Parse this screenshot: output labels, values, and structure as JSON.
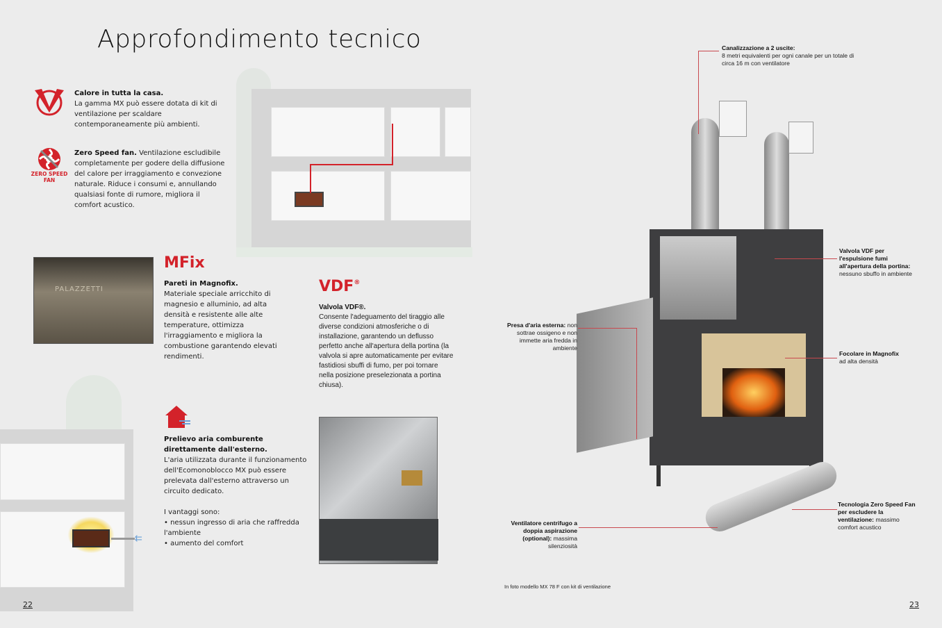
{
  "title": "Approfondimento tecnico",
  "features": [
    {
      "title": "Calore in tutta la casa.",
      "text": "La gamma MX può essere dotata di kit di ventilazione per scaldare contemporaneamente più ambienti."
    },
    {
      "title": "Zero Speed fan.",
      "text": " Ventilazione escludibile completamente per godere della diffusione del calore per irraggiamento e convezione naturale. Riduce i consumi e, annullando qualsiasi fonte di rumore, migliora il comfort acustico.",
      "icon_label": "ZERO SPEED FAN"
    }
  ],
  "mfix": {
    "heading": "MFix",
    "title": "Pareti in Magnofix.",
    "text": "Materiale speciale arricchito di magnesio e alluminio, ad alta densità e resistente alle alte temperature, ottimizza l'irraggiamento e migliora la combustione garantendo elevati rendimenti.",
    "photo_text": "PALAZZETTI"
  },
  "vdf": {
    "heading": "VDF",
    "sup": "®",
    "title": "Valvola VDF®.",
    "text": "Consente l'adeguamento del tiraggio alle diverse condizioni atmosferiche o di installazione, garantendo un deflusso perfetto anche all'apertura della portina (la valvola si apre automaticamente per evitare fastidiosi sbuffi di fumo, per poi tornare nella posizione preselezionata a portina chiusa)."
  },
  "prelievo": {
    "title": "Prelievo aria comburente direttamente dall'esterno.",
    "text": "L'aria utilizzata durante il funzionamento dell'Ecomonoblocco MX può essere prelevata dall'esterno attraverso un circuito dedicato.",
    "advantages_intro": "I vantaggi sono:",
    "advantages": [
      "• nessun ingresso di aria che raffredda l'ambiente",
      "• aumento del comfort"
    ]
  },
  "callouts": {
    "canalizzazione": {
      "bold": "Canalizzazione a 2 uscite:",
      "text": "8 metri equivalenti per ogni canale per un totale di circa 16 m con ventilatore"
    },
    "valvola": {
      "bold": "Valvola VDF per l'espulsione fumi all'apertura della portina:",
      "text": " nessuno sbuffo in ambiente"
    },
    "presa": {
      "bold": "Presa d'aria esterna:",
      "text": " non sottrae ossigeno e non immette aria fredda in ambiente"
    },
    "focolare": {
      "bold": "Focolare in Magnofix",
      "text": " ad alta densità"
    },
    "zerospeed": {
      "bold": "Tecnologia Zero Speed Fan per escludere la ventilazione:",
      "text": " massimo comfort acustico"
    },
    "ventilatore": {
      "bold": "Ventilatore centrifugo a doppia aspirazione (optional):",
      "text": " massima silenziosità"
    }
  },
  "caption": "In foto modello MX 78 F con kit di ventilazione",
  "page_left": "22",
  "page_right": "23",
  "colors": {
    "accent": "#d3222a",
    "background": "#ececec"
  }
}
